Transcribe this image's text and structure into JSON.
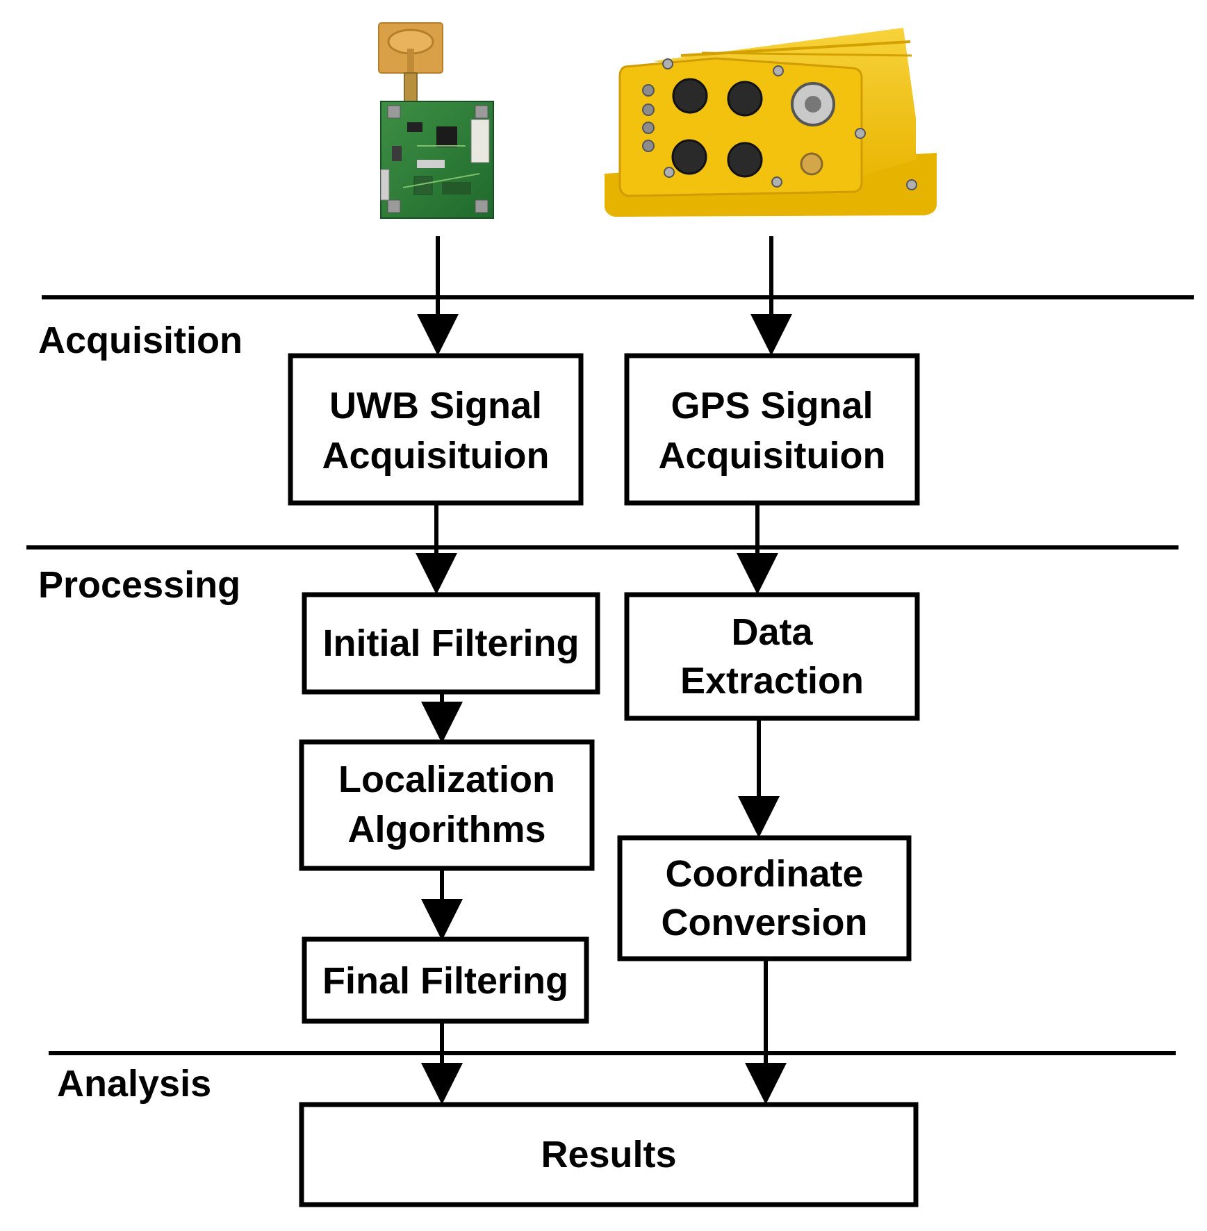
{
  "stages": {
    "acquisition": "Acquisition",
    "processing": "Processing",
    "analysis": "Analysis"
  },
  "uwb": {
    "acquisition_line1": "UWB Signal",
    "acquisition_line2": "Acquisituion",
    "initial_filtering": "Initial Filtering",
    "localization_line1": "Localization",
    "localization_line2": "Algorithms",
    "final_filtering": "Final Filtering"
  },
  "gps": {
    "acquisition_line1": "GPS Signal",
    "acquisition_line2": "Acquisituion",
    "extraction_line1": "Data",
    "extraction_line2": "Extraction",
    "conversion_line1": "Coordinate",
    "conversion_line2": "Conversion"
  },
  "results": "Results",
  "colors": {
    "line": "#000000",
    "gps_device_body": "#f2c20f",
    "uwb_board": "#2e7d3a",
    "uwb_antenna": "#e2a64a"
  },
  "icons": {
    "uwb_device": "uwb-circuit-board-icon",
    "gps_device": "gps-receiver-unit-icon"
  }
}
